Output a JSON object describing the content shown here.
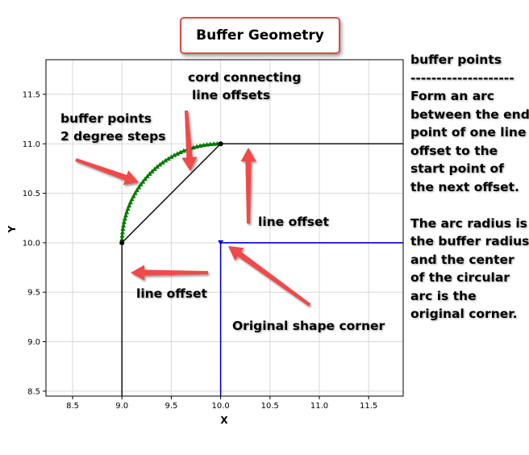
{
  "title": "Buffer Geometry",
  "side_note": {
    "heading": "buffer points",
    "divider": "--------------------",
    "paragraph1": "Form an arc between the end point of one line offset to the start point of the next offset.",
    "paragraph2": "The arc radius is the buffer radius and the center of the circular arc is the original corner."
  },
  "annotations": {
    "cord_line1": "cord connecting",
    "cord_line2": "line offsets",
    "buffer_line1": "buffer points",
    "buffer_line2": "2 degree steps",
    "line_offset_right": "line offset",
    "line_offset_left": "line offset",
    "original_corner": "Original shape corner"
  },
  "colors": {
    "arrow": "#f04848",
    "arc": "#007a00",
    "offset_lines": "#000000",
    "original_shape": "#0000cc",
    "grid": "#d8d8d8"
  },
  "chart_data": {
    "type": "line",
    "xlabel": "X",
    "ylabel": "Y",
    "xlim": [
      8.23,
      11.85
    ],
    "ylim": [
      8.45,
      11.85
    ],
    "xticks": [
      8.5,
      9.0,
      9.5,
      10.0,
      10.5,
      11.0,
      11.5
    ],
    "xtick_labels": [
      "8.5",
      "9.0",
      "9.5",
      "10.0",
      "10.5",
      "11.0",
      "11.5"
    ],
    "yticks": [
      8.5,
      9.0,
      9.5,
      10.0,
      10.5,
      11.0,
      11.5
    ],
    "ytick_labels": [
      "8.5",
      "9.0",
      "9.5",
      "10.0",
      "10.5",
      "11.0",
      "11.5"
    ],
    "grid": true,
    "arc_center": [
      10.0,
      10.0
    ],
    "arc_radius": 1.0,
    "arc_start_angle_deg": 90,
    "arc_end_angle_deg": 180,
    "arc_step_deg": 2,
    "series": [
      {
        "name": "",
        "kind": "polyline",
        "color": "#000000",
        "points": [
          [
            9.0,
            8.45
          ],
          [
            9.0,
            10.0
          ]
        ]
      },
      {
        "name": "",
        "kind": "polyline",
        "color": "#000000",
        "points": [
          [
            10.0,
            11.0
          ],
          [
            11.85,
            11.0
          ]
        ]
      },
      {
        "name": "",
        "kind": "polyline",
        "color": "#000000",
        "points": [
          [
            9.0,
            10.0
          ],
          [
            10.0,
            11.0
          ]
        ]
      },
      {
        "name": "",
        "kind": "polyline",
        "color": "#0000cc",
        "points": [
          [
            10.0,
            8.45
          ],
          [
            10.0,
            10.0
          ],
          [
            11.85,
            10.0
          ]
        ]
      }
    ],
    "marker_points": [
      [
        9.0,
        10.0
      ],
      [
        10.0,
        11.0
      ]
    ],
    "corner_point": [
      10.0,
      10.0
    ]
  }
}
